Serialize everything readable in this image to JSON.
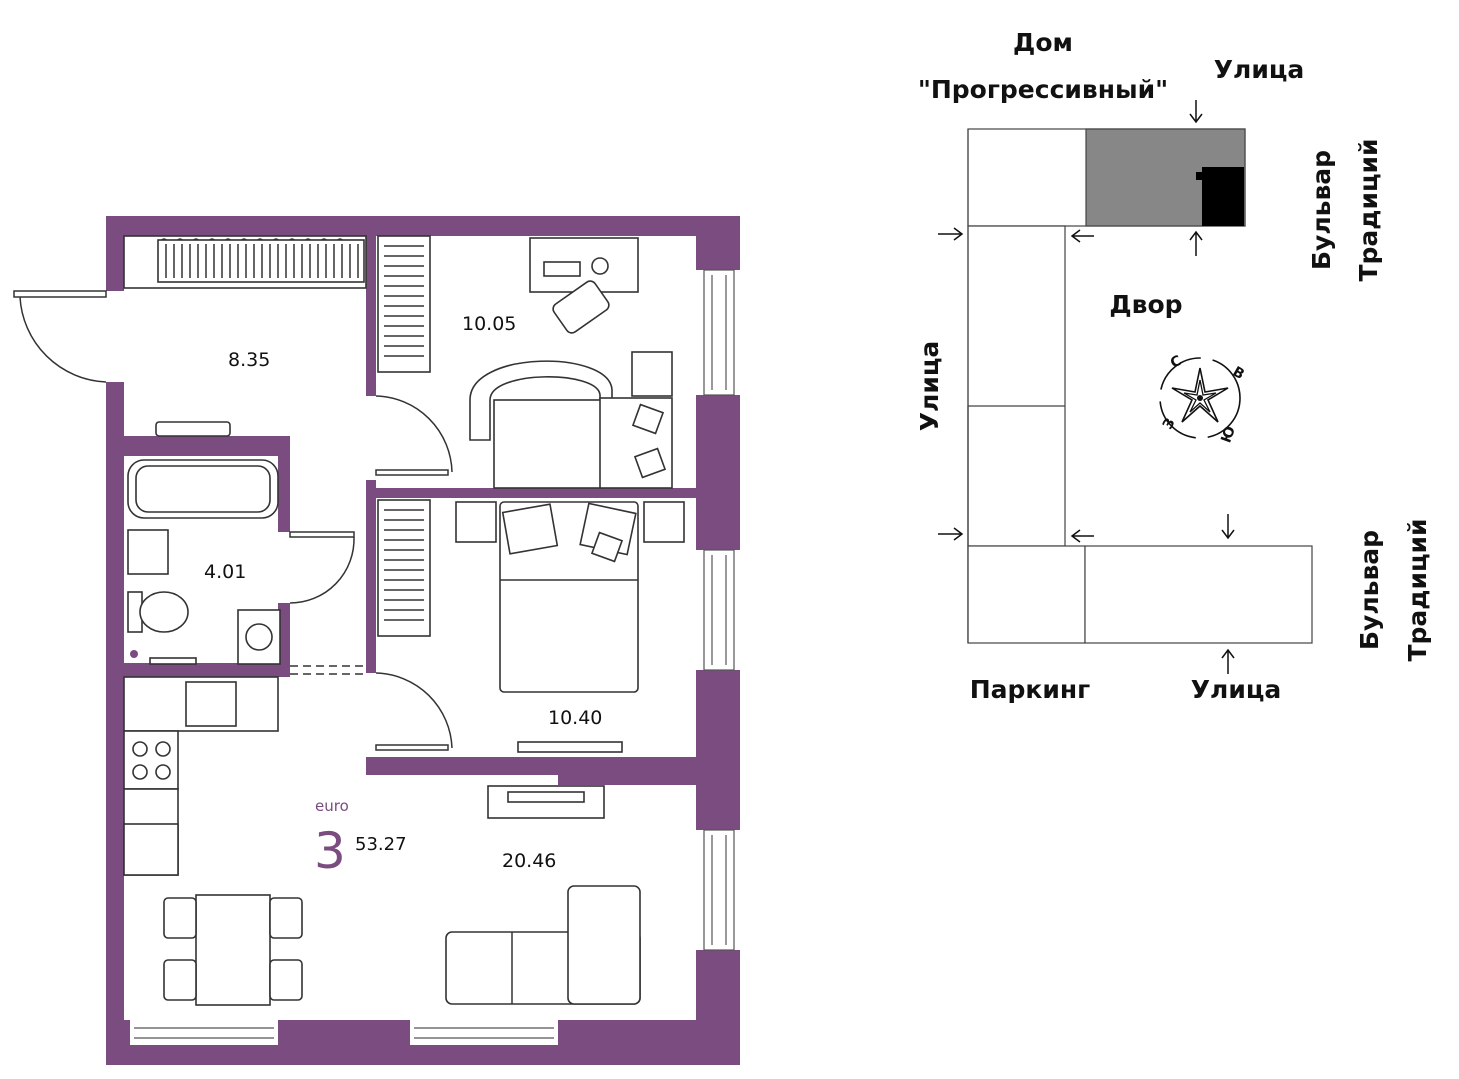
{
  "colors": {
    "wall": "#7a4c80",
    "accent": "#7a4c80",
    "apartment_block": "#878787",
    "apartment_marker": "#000000",
    "text": "#111111"
  },
  "apartment": {
    "class_label": "euro",
    "rooms_count": "3",
    "total_area": "53.27",
    "rooms": [
      {
        "area": "8.35"
      },
      {
        "area": "10.05"
      },
      {
        "area": "4.01"
      },
      {
        "area": "10.40"
      },
      {
        "area": "20.46"
      }
    ]
  },
  "site_plan": {
    "building_name_line1": "Дом",
    "building_name_line2": "\"Прогрессивный\"",
    "street_top": "Улица",
    "street_left": "Улица",
    "street_bottom": "Улица",
    "boulevard_top_line1": "Бульвар",
    "boulevard_top_line2": "Традиций",
    "boulevard_bottom_line1": "Бульвар",
    "boulevard_bottom_line2": "Традиций",
    "courtyard": "Двор",
    "parking": "Паркинг",
    "compass": {
      "north": "С",
      "east": "В",
      "south": "Ю",
      "west": "З"
    }
  }
}
